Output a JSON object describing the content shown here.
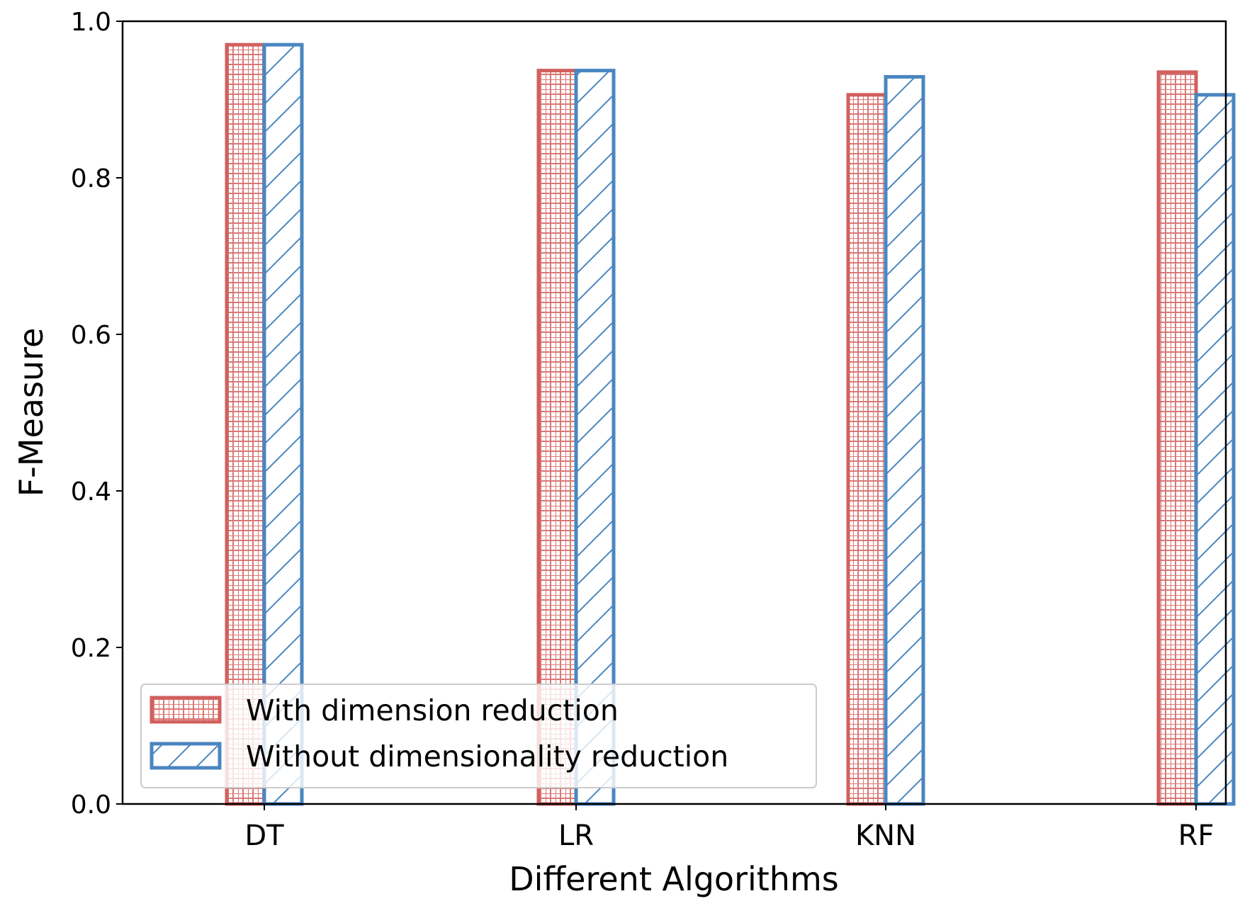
{
  "chart_data": {
    "type": "bar",
    "title": "",
    "xlabel": "Different Algorithms",
    "ylabel": "F-Measure",
    "categories": [
      "DT",
      "LR",
      "KNN",
      "RF"
    ],
    "ylim": [
      0,
      1.0
    ],
    "yticks": [
      "0.0",
      "0.2",
      "0.4",
      "0.6",
      "0.8",
      "1.0"
    ],
    "grid": false,
    "legend_position": "lower-left",
    "series": [
      {
        "name": "With dimension reduction",
        "values": [
          0.97,
          0.937,
          0.906,
          0.935
        ],
        "color": "#d1605e",
        "hatch": "grid"
      },
      {
        "name": "Without dimensionality reduction",
        "values": [
          0.97,
          0.937,
          0.929,
          0.906
        ],
        "color": "#4a86c0",
        "hatch": "diagonal"
      }
    ]
  }
}
